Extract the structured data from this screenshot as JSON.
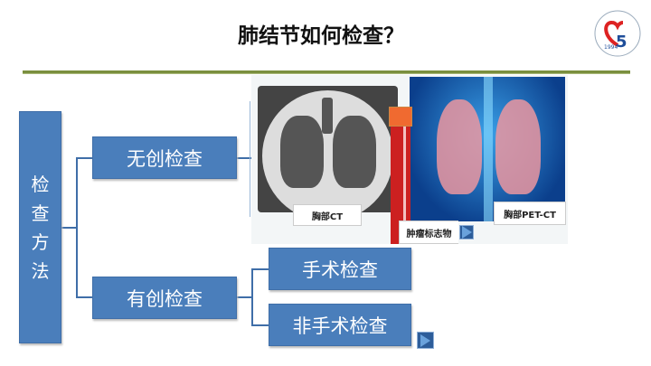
{
  "title": "肺结节如何检查？",
  "logo": {
    "text": "1994",
    "icon": "hospital-logo-icon"
  },
  "tree": {
    "root": [
      "检",
      "查",
      "方",
      "法"
    ],
    "noninvasive": "无创检查",
    "invasive": "有创检查",
    "surgical": "手术检查",
    "nonsurgical": "非手术检查"
  },
  "images": {
    "ct_label": "胸部CT",
    "pet_label": "胸部PET-CT",
    "marker_label": "肿瘤标志物"
  },
  "colors": {
    "box": "#4a7ebb",
    "rule": "#7a8f3f"
  }
}
